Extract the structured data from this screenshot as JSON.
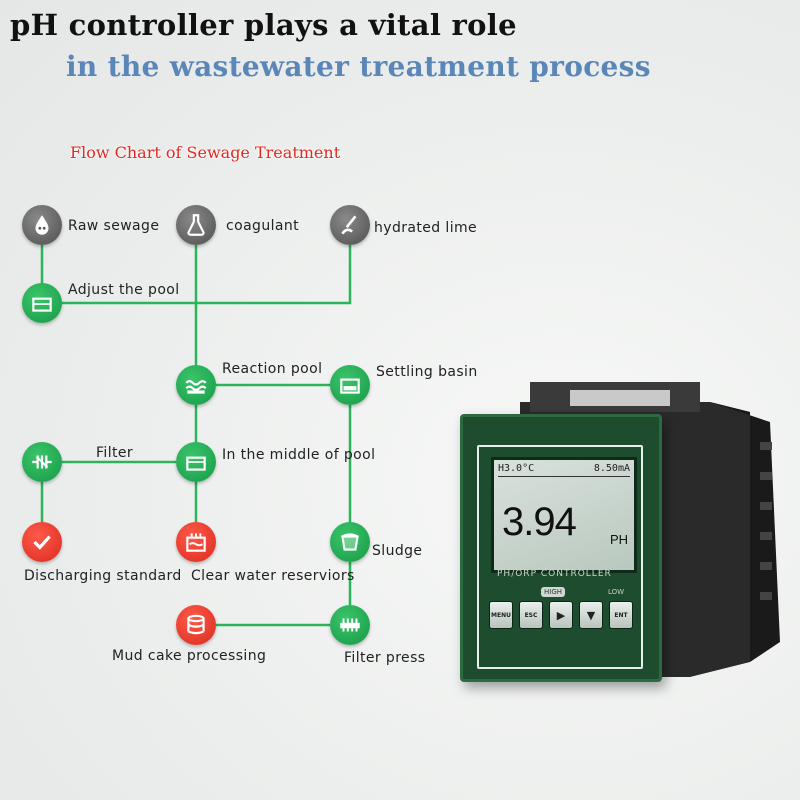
{
  "header": {
    "title_line1": "pH controller plays a vital role",
    "title_line2": "in the wastewater treatment process"
  },
  "flowchart": {
    "title": "Flow Chart of Sewage Treatment",
    "nodes": {
      "raw_sewage": "Raw sewage",
      "coagulant": "coagulant",
      "hydrated_lime": "hydrated lime",
      "adjust_pool": "Adjust the pool",
      "reaction_pool": "Reaction pool",
      "settling_basin": "Settling basin",
      "filter": "Filter",
      "middle_pool": "In the middle of pool",
      "discharging": "Discharging standard",
      "clear_water": "Clear water reserviors",
      "sludge": "Sludge",
      "mud_cake": "Mud cake processing",
      "filter_press": "Filter press"
    }
  },
  "device": {
    "temp": "H3.0°C",
    "current": "8.50mA",
    "reading": "3.94",
    "unit": "PH",
    "model": "PH/ORP CONTROLLER",
    "led_left": "HIGH",
    "led_right": "LOW",
    "keys": [
      "MENU",
      "ESC",
      "▶",
      "▼",
      "ENT"
    ]
  },
  "colors": {
    "line": "#2bb55a",
    "accent_blue": "#5a86b8",
    "title_red": "#e02a22"
  }
}
